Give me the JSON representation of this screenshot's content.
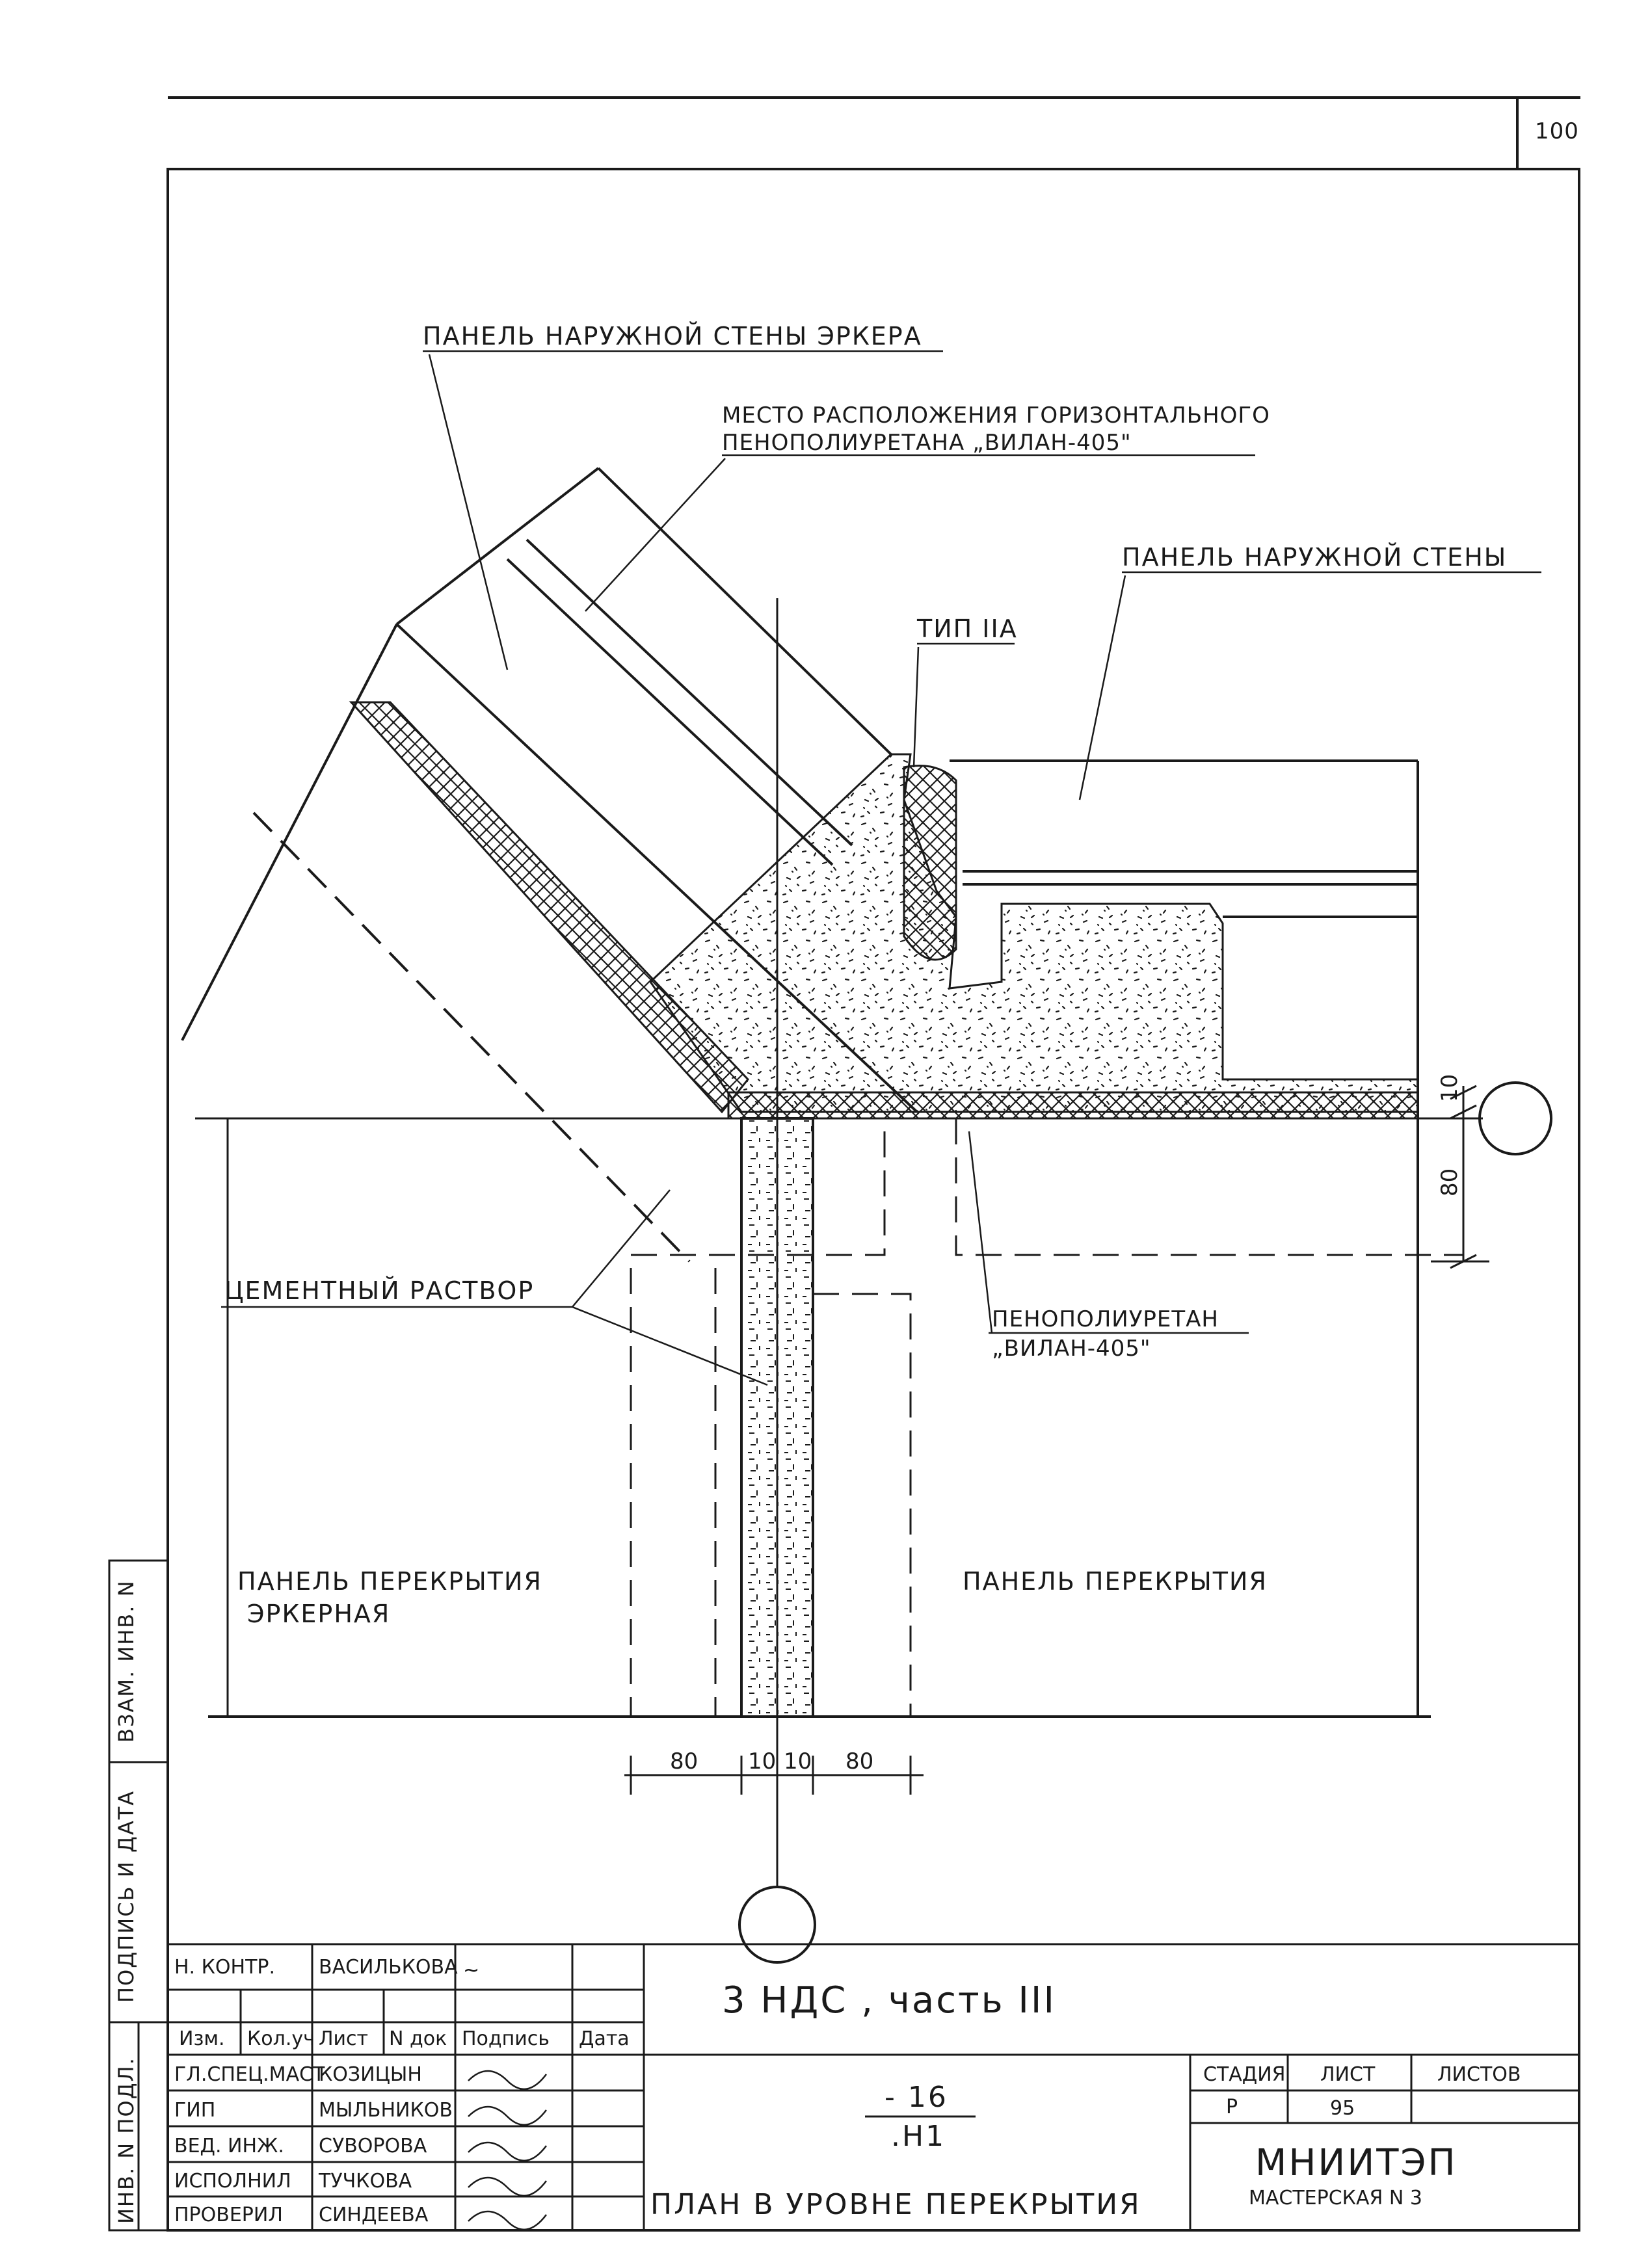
{
  "sheet_number": "100",
  "labels": {
    "erker_wall_panel": "ПАНЕЛЬ НАРУЖНОЙ СТЕНЫ ЭРКЕРА",
    "horizontal_location_line1": "МЕСТО РАСПОЛОЖЕНИЯ ГОРИЗОНТАЛЬНОГО",
    "horizontal_location_line2": "ПЕНОПОЛИУРЕТАНА „ВИЛАН-405\"",
    "outer_wall_panel": "ПАНЕЛЬ НАРУЖНОЙ СТЕНЫ",
    "type_mark": "ТИП IIА",
    "cement_mortar": "ЦЕМЕНТНЫЙ РАСТВОР",
    "foam_line1": "ПЕНОПОЛИУРЕТАН",
    "foam_line2": "„ВИЛАН-405\"",
    "erker_slab_line1": "ПАНЕЛЬ ПЕРЕКРЫТИЯ",
    "erker_slab_line2": "ЭРКЕРНАЯ",
    "slab_panel": "ПАНЕЛЬ ПЕРЕКРЫТИЯ"
  },
  "dimensions": {
    "right_top": "10",
    "right_bottom": "80",
    "bottom": [
      "80",
      "10",
      "10",
      "80"
    ]
  },
  "side_stamp": {
    "cells": [
      "ВЗАМ. ИНВ. N",
      "ПОДПИСЬ И ДАТА",
      "ИНВ. N ПОДЛ."
    ]
  },
  "title_block": {
    "norm_control_role": "Н. КОНТР.",
    "norm_control_name": "ВАСИЛЬКОВА",
    "headers": [
      "Изм.",
      "Кол.уч",
      "Лист",
      "N док",
      "Подпись",
      "Дата"
    ],
    "staff": [
      {
        "role": "ГЛ.СПЕЦ.МАСТ",
        "name": "КОЗИЦЫН"
      },
      {
        "role": "ГИП",
        "name": "МЫЛЬНИКОВ"
      },
      {
        "role": "ВЕД. ИНЖ.",
        "name": "СУВОРОВА"
      },
      {
        "role": "ИСПОЛНИЛ",
        "name": "ТУЧКОВА"
      },
      {
        "role": "ПРОВЕРИЛ",
        "name": "СИНДЕЕВА"
      }
    ],
    "project_title": "3 НДС , часть III",
    "drawing_code_top": "- 16",
    "drawing_code_bottom": ".Н1",
    "drawing_name": "ПЛАН В УРОВНЕ ПЕРЕКРЫТИЯ",
    "stage_header": "СТАДИЯ",
    "sheet_header": "ЛИСТ",
    "sheets_header": "ЛИСТОВ",
    "stage_value": "Р",
    "sheet_value": "95",
    "sheets_value": "",
    "org_name": "МНИИТЭП",
    "org_unit": "МАСТЕРСКАЯ N 3"
  }
}
